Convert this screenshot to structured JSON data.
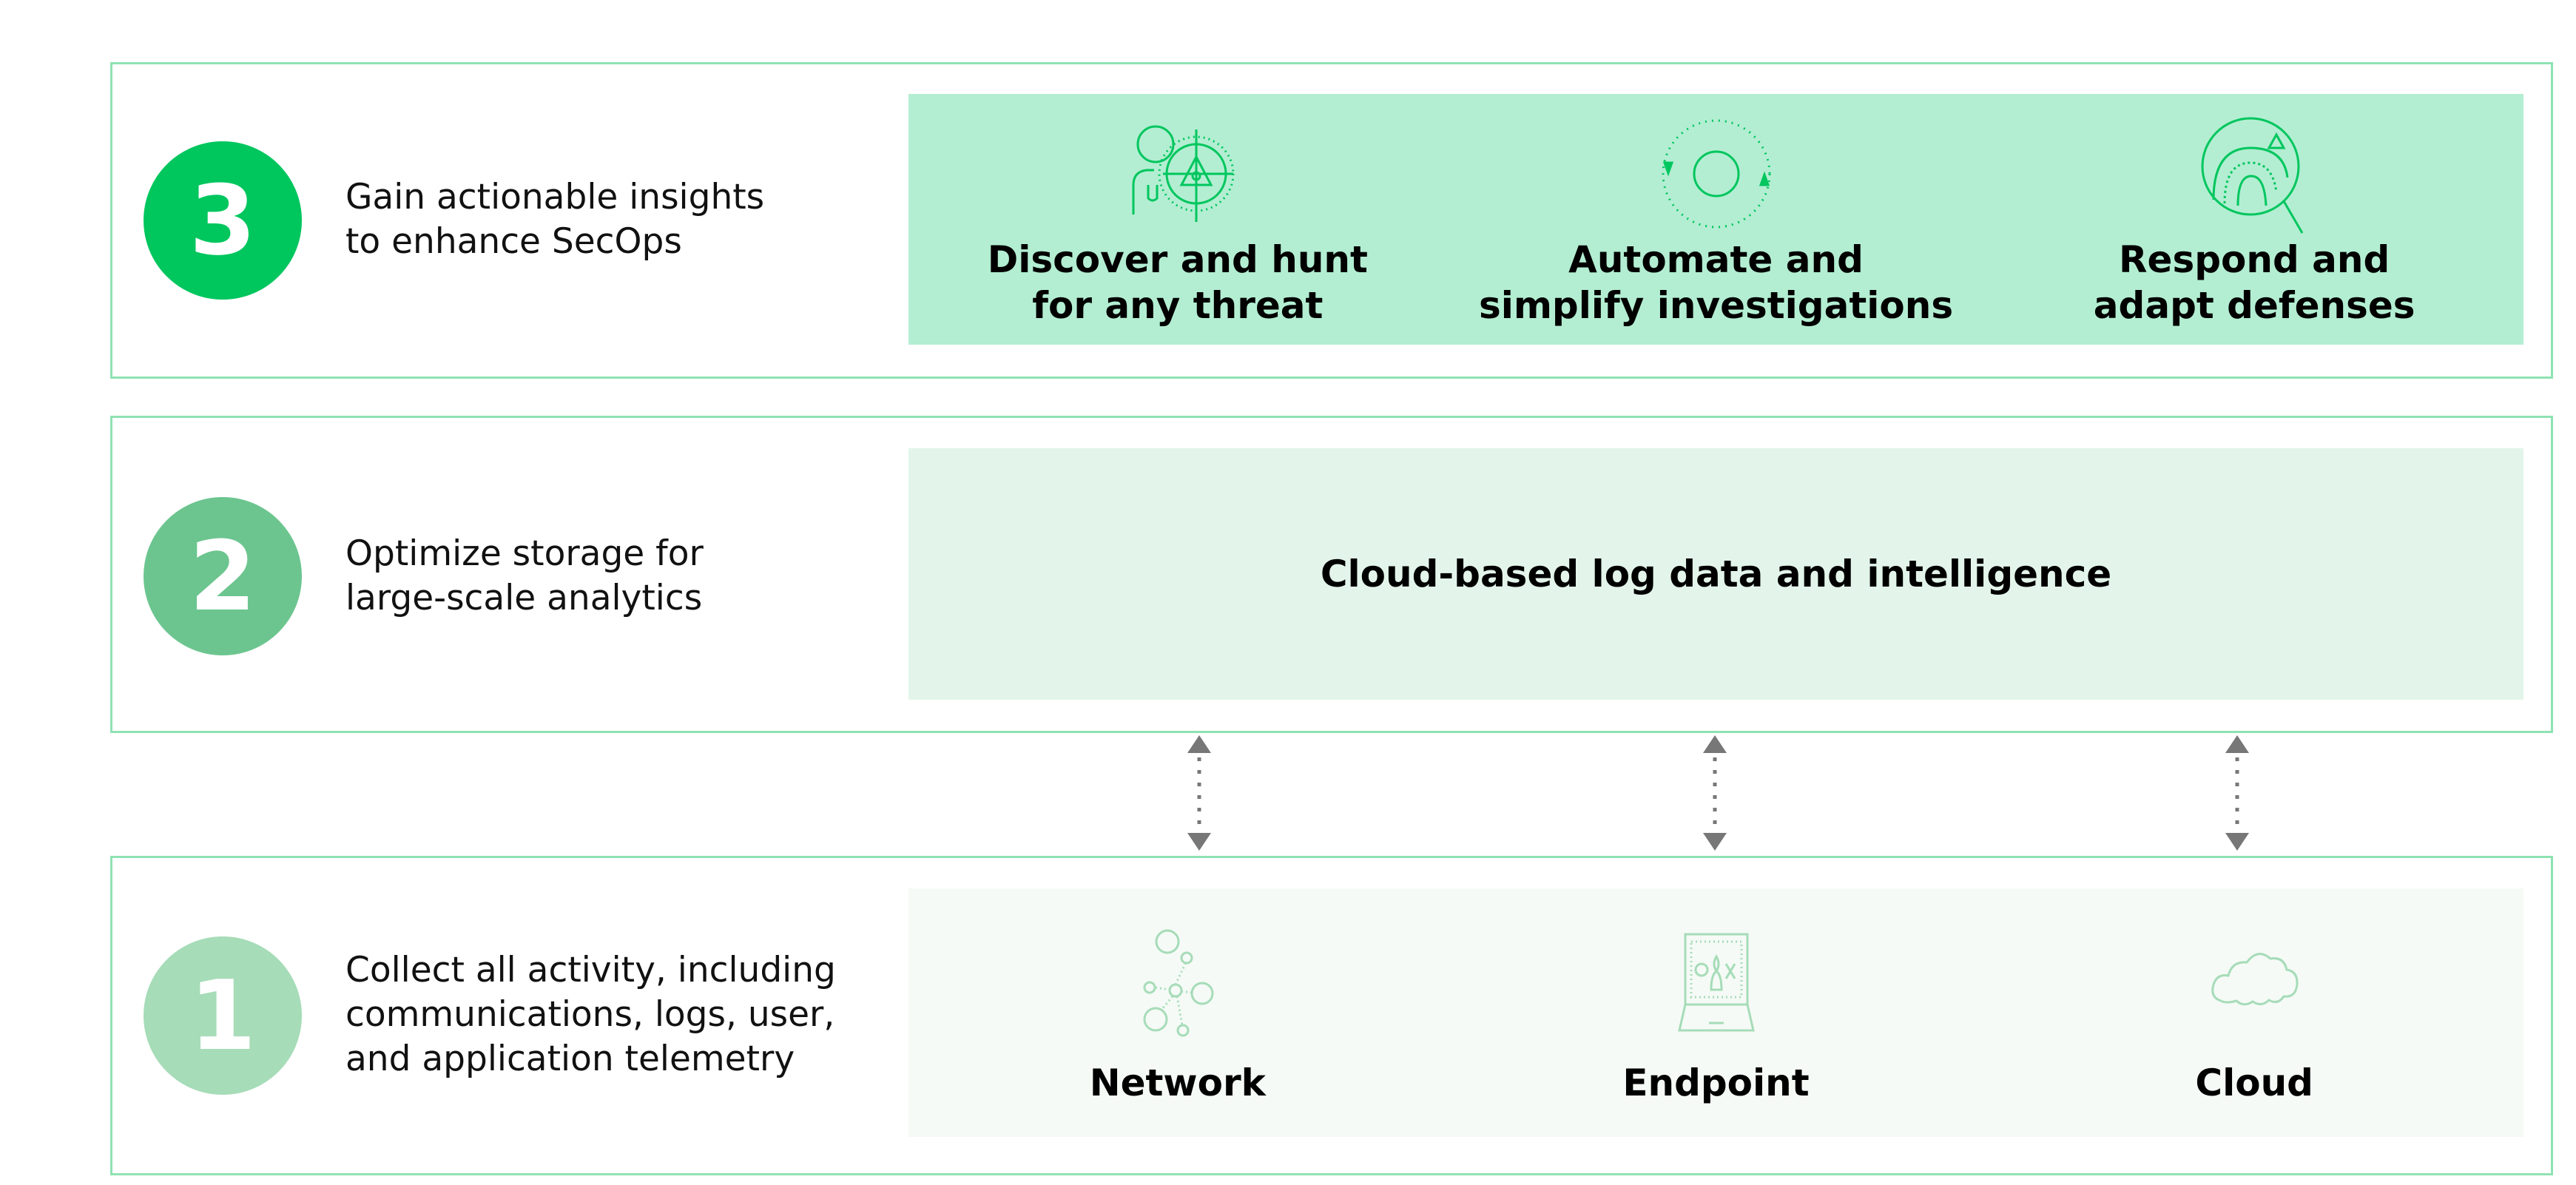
{
  "colors": {
    "accent": "#00c65e",
    "border": "#8fe2b3",
    "tier3_panel": "#b3eed2",
    "tier2_panel": "#e3f5ea",
    "tier1_panel": "#f5faf6",
    "tier2_badge": "#6cc58f",
    "tier1_badge": "#a6dcb8",
    "arrow": "#777777"
  },
  "tiers": [
    {
      "number": "3",
      "description_lines": [
        "Gain actionable insights",
        "to enhance SecOps"
      ],
      "items": [
        {
          "icon": "threat-hunt-icon",
          "lines": [
            "Discover and hunt",
            "for any threat"
          ]
        },
        {
          "icon": "automation-cycle-icon",
          "lines": [
            "Automate and",
            "simplify investigations"
          ]
        },
        {
          "icon": "fingerprint-search-icon",
          "lines": [
            "Respond and",
            "adapt defenses"
          ]
        }
      ]
    },
    {
      "number": "2",
      "description_lines": [
        "Optimize storage for",
        "large-scale analytics"
      ],
      "panel_label": "Cloud-based log data and intelligence"
    },
    {
      "number": "1",
      "description_lines": [
        "Collect all activity, including",
        "communications, logs, user,",
        "and application telemetry"
      ],
      "items": [
        {
          "icon": "network-icon",
          "label": "Network"
        },
        {
          "icon": "laptop-endpoint-icon",
          "label": "Endpoint"
        },
        {
          "icon": "cloud-icon",
          "label": "Cloud"
        }
      ]
    }
  ],
  "connectors": [
    "bidirectional-arrow",
    "bidirectional-arrow",
    "bidirectional-arrow"
  ]
}
